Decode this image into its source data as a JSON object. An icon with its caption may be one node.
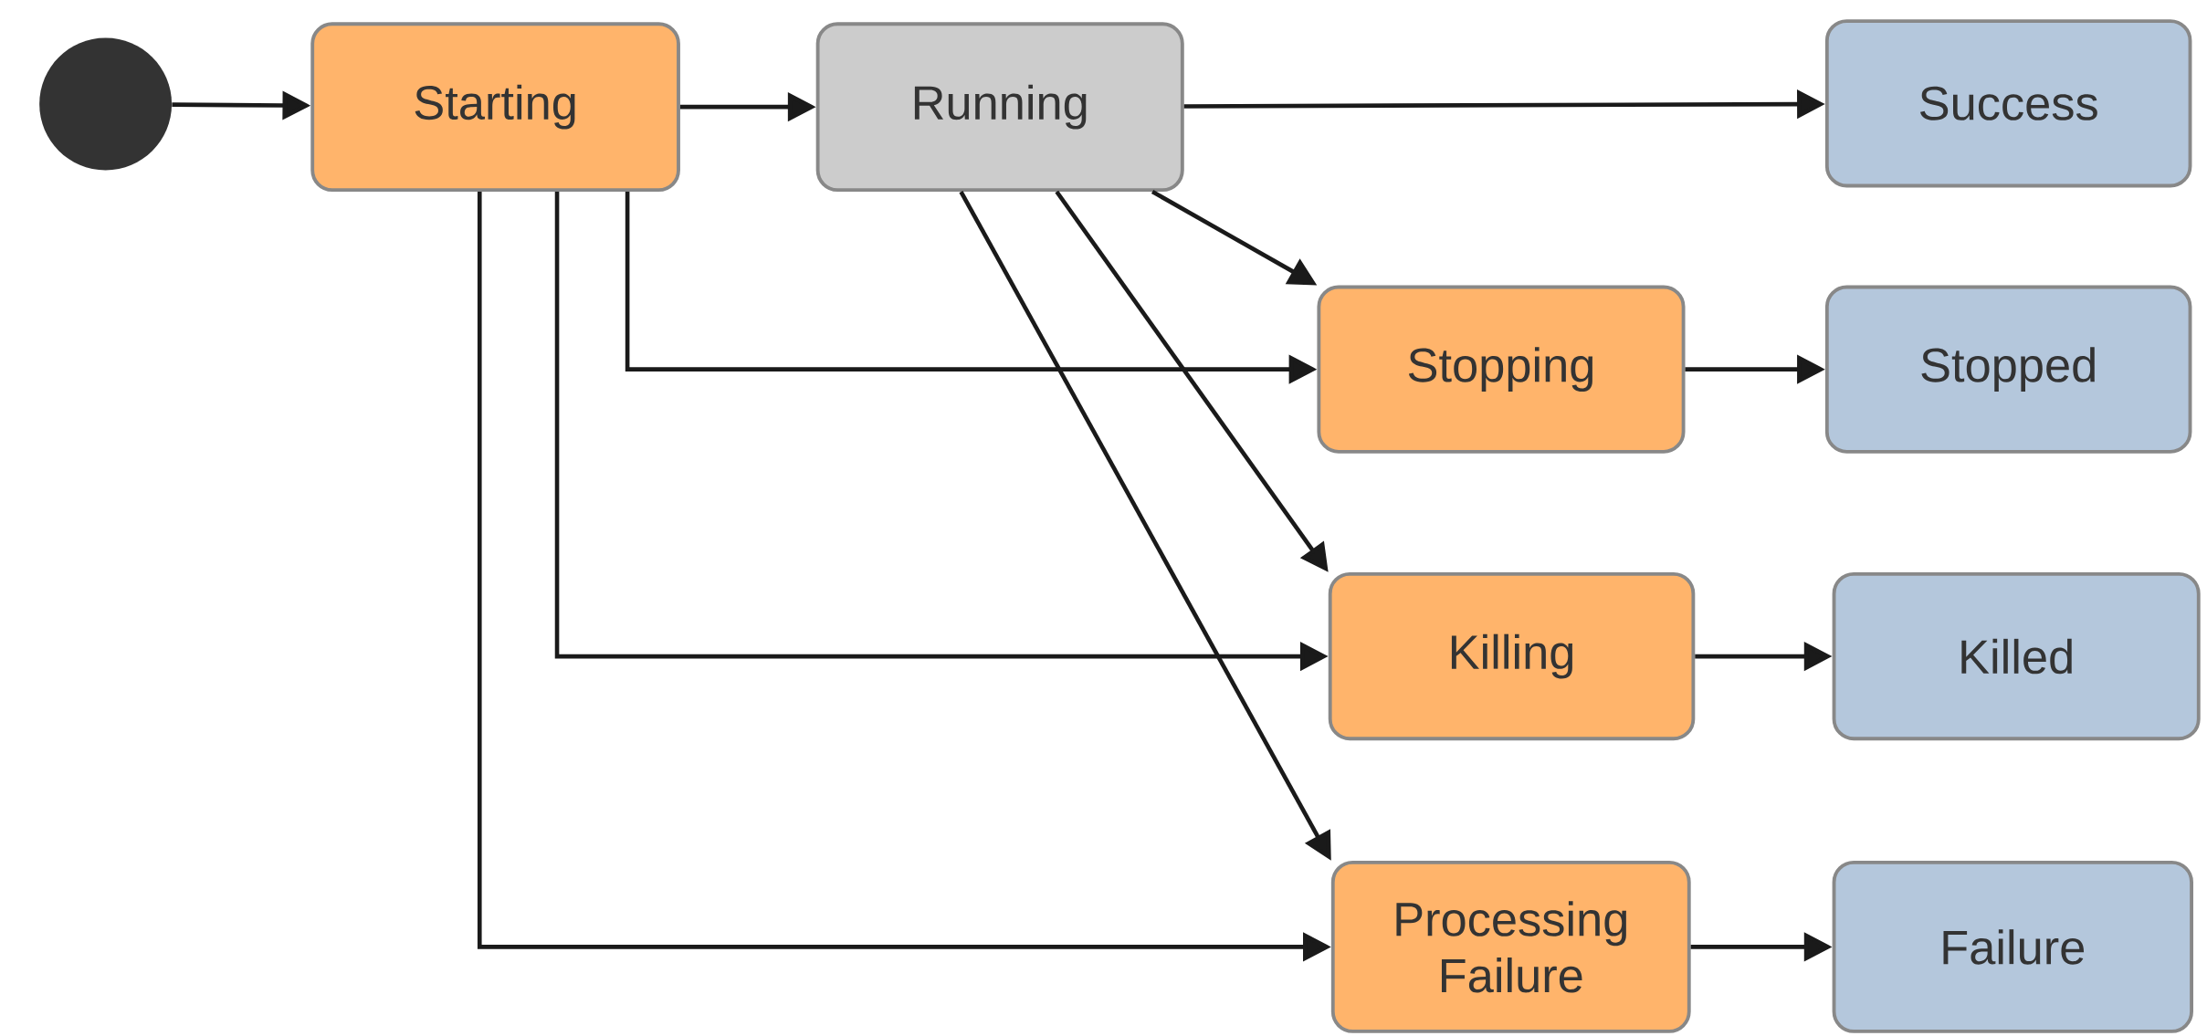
{
  "diagram": {
    "nodes": [
      {
        "text": [],
        "shape": "circle"
      },
      {
        "text": [
          "Starting"
        ]
      },
      {
        "text": [
          "Running"
        ]
      },
      {
        "text": [
          "Success"
        ]
      },
      {
        "text": [
          "Stopping"
        ]
      },
      {
        "text": [
          "Stopped"
        ]
      },
      {
        "text": [
          "Killing"
        ]
      },
      {
        "text": [
          "Killed"
        ]
      },
      {
        "text": [
          "Processing Failure"
        ]
      },
      {
        "text": [
          "Failure"
        ]
      }
    ],
    "edges": [
      {
        "from": 0,
        "to": 1,
        "arrow": "to"
      },
      {
        "from": 1,
        "to": 2,
        "arrow": "to"
      },
      {
        "from": 2,
        "to": 3,
        "arrow": "to"
      },
      {
        "from": 2,
        "to": 4,
        "arrow": "to"
      },
      {
        "from": 2,
        "to": 6,
        "arrow": "to"
      },
      {
        "from": 2,
        "to": 8,
        "arrow": "to"
      },
      {
        "from": 1,
        "to": 4,
        "arrow": "to"
      },
      {
        "from": 1,
        "to": 6,
        "arrow": "to"
      },
      {
        "from": 1,
        "to": 8,
        "arrow": "to"
      },
      {
        "from": 4,
        "to": 5,
        "arrow": "to"
      },
      {
        "from": 6,
        "to": 7,
        "arrow": "to"
      },
      {
        "from": 8,
        "to": 9,
        "arrow": "to"
      }
    ]
  }
}
